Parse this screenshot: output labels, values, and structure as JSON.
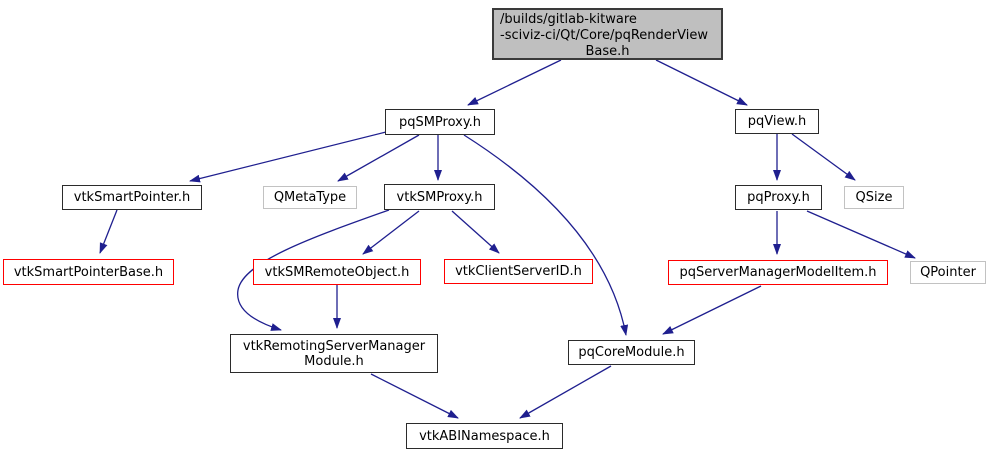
{
  "diagram": {
    "kind": "include-dependency-graph",
    "root_file": "/builds/gitlab-kitware-sciviz-ci/Qt/Core/pqRenderViewBase.h"
  },
  "colors": {
    "edge": "#1f1f8f",
    "node_border": "#2b2b2b",
    "external_node_border": "#c2c2c2",
    "truncated_node_border": "#ff0000",
    "root_fill": "#bfbfbf",
    "node_fill": "#ffffff",
    "text": "#000000",
    "background": "#ffffff"
  },
  "nodes": [
    {
      "id": "root",
      "type": "root",
      "lines": {
        "0": "/builds/gitlab-kitware",
        "1": "-sciviz-ci/Qt/Core/pqRenderView",
        "2": "Base.h"
      }
    },
    {
      "id": "pqSMProxy",
      "type": "normal",
      "label": "pqSMProxy.h"
    },
    {
      "id": "pqView",
      "type": "normal",
      "label": "pqView.h"
    },
    {
      "id": "vtkSmartPointer",
      "type": "normal",
      "label": "vtkSmartPointer.h"
    },
    {
      "id": "QMetaType",
      "type": "external",
      "label": "QMetaType"
    },
    {
      "id": "vtkSMProxy",
      "type": "normal",
      "label": "vtkSMProxy.h"
    },
    {
      "id": "pqProxy",
      "type": "normal",
      "label": "pqProxy.h"
    },
    {
      "id": "QSize",
      "type": "external",
      "label": "QSize"
    },
    {
      "id": "vtkSmartPointerBase",
      "type": "truncated",
      "label": "vtkSmartPointerBase.h"
    },
    {
      "id": "vtkSMRemoteObject",
      "type": "truncated",
      "label": "vtkSMRemoteObject.h"
    },
    {
      "id": "vtkClientServerID",
      "type": "truncated",
      "label": "vtkClientServerID.h"
    },
    {
      "id": "pqServerManagerModelItem",
      "type": "truncated",
      "label": "pqServerManagerModelItem.h"
    },
    {
      "id": "QPointer",
      "type": "external",
      "label": "QPointer"
    },
    {
      "id": "vtkRemotingServerManagerModule",
      "type": "normal",
      "lines": {
        "0": "vtkRemotingServerManager",
        "1": "Module.h"
      }
    },
    {
      "id": "pqCoreModule",
      "type": "normal",
      "label": "pqCoreModule.h"
    },
    {
      "id": "vtkABINamespace",
      "type": "normal",
      "label": "vtkABINamespace.h"
    }
  ],
  "edges": [
    {
      "from": "root",
      "to": "pqSMProxy"
    },
    {
      "from": "root",
      "to": "pqView"
    },
    {
      "from": "pqSMProxy",
      "to": "vtkSmartPointer"
    },
    {
      "from": "pqSMProxy",
      "to": "QMetaType"
    },
    {
      "from": "pqSMProxy",
      "to": "vtkSMProxy"
    },
    {
      "from": "pqSMProxy",
      "to": "pqCoreModule"
    },
    {
      "from": "pqView",
      "to": "pqProxy"
    },
    {
      "from": "pqView",
      "to": "QSize"
    },
    {
      "from": "vtkSmartPointer",
      "to": "vtkSmartPointerBase"
    },
    {
      "from": "vtkSMProxy",
      "to": "vtkSMRemoteObject"
    },
    {
      "from": "vtkSMProxy",
      "to": "vtkClientServerID"
    },
    {
      "from": "vtkSMProxy",
      "to": "vtkRemotingServerManagerModule"
    },
    {
      "from": "vtkSMRemoteObject",
      "to": "vtkRemotingServerManagerModule"
    },
    {
      "from": "pqProxy",
      "to": "pqServerManagerModelItem"
    },
    {
      "from": "pqProxy",
      "to": "QPointer"
    },
    {
      "from": "pqServerManagerModelItem",
      "to": "pqCoreModule"
    },
    {
      "from": "vtkRemotingServerManagerModule",
      "to": "vtkABINamespace"
    },
    {
      "from": "pqCoreModule",
      "to": "vtkABINamespace"
    }
  ]
}
